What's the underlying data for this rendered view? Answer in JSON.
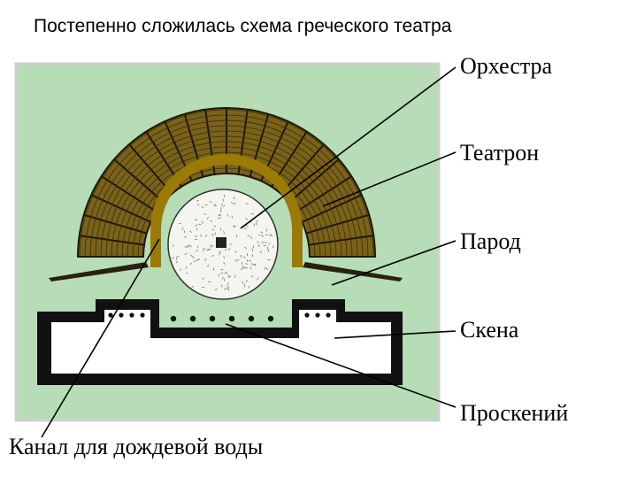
{
  "title": "Постепенно сложилась схема греческого театра",
  "labels": {
    "orchestra": "Орхестра",
    "theatron": "Театрон",
    "parod": "Парод",
    "skene": "Скена",
    "proskenion": "Проскений",
    "canal": "Канал для дождевой воды"
  },
  "colors": {
    "ground": "#b6ddb6",
    "seating": "#7a6318",
    "seating_dark": "#1e1708",
    "canal": "#9c7a08",
    "orchestra": "#f5f5f0"
  }
}
